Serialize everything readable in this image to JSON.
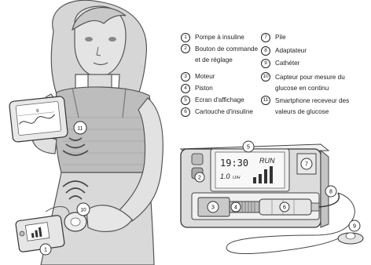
{
  "legend": {
    "items": [
      {
        "num": "1",
        "label": "Pompe à insuline"
      },
      {
        "num": "2",
        "label": "Bouton de commande\net de réglage"
      },
      {
        "num": "3",
        "label": "Moteur"
      },
      {
        "num": "4",
        "label": "Piston"
      },
      {
        "num": "5",
        "label": "Ecran d'affichage"
      },
      {
        "num": "6",
        "label": "Cartouche d'insuline"
      },
      {
        "num": "7",
        "label": "Pile"
      },
      {
        "num": "8",
        "label": "Adaptateur"
      },
      {
        "num": "9",
        "label": "Cathéter"
      },
      {
        "num": "10",
        "label": "Capteur pour mesure du\nglucose en continu"
      },
      {
        "num": "11",
        "label": "Smartphone receveur des\nvaleurs de glucose"
      }
    ]
  },
  "pump_screen": {
    "time": "19:30",
    "rate_value": "1.0",
    "rate_unit": "U/H",
    "mode": "RUN"
  },
  "phone_screen": {
    "value": "6"
  },
  "callouts": {
    "pump": "1",
    "button": "2",
    "motor": "3",
    "piston": "4",
    "screen": "5",
    "cartridge": "6",
    "battery": "7",
    "adapter": "8",
    "catheter": "9",
    "sensor": "10",
    "phone": "11"
  }
}
